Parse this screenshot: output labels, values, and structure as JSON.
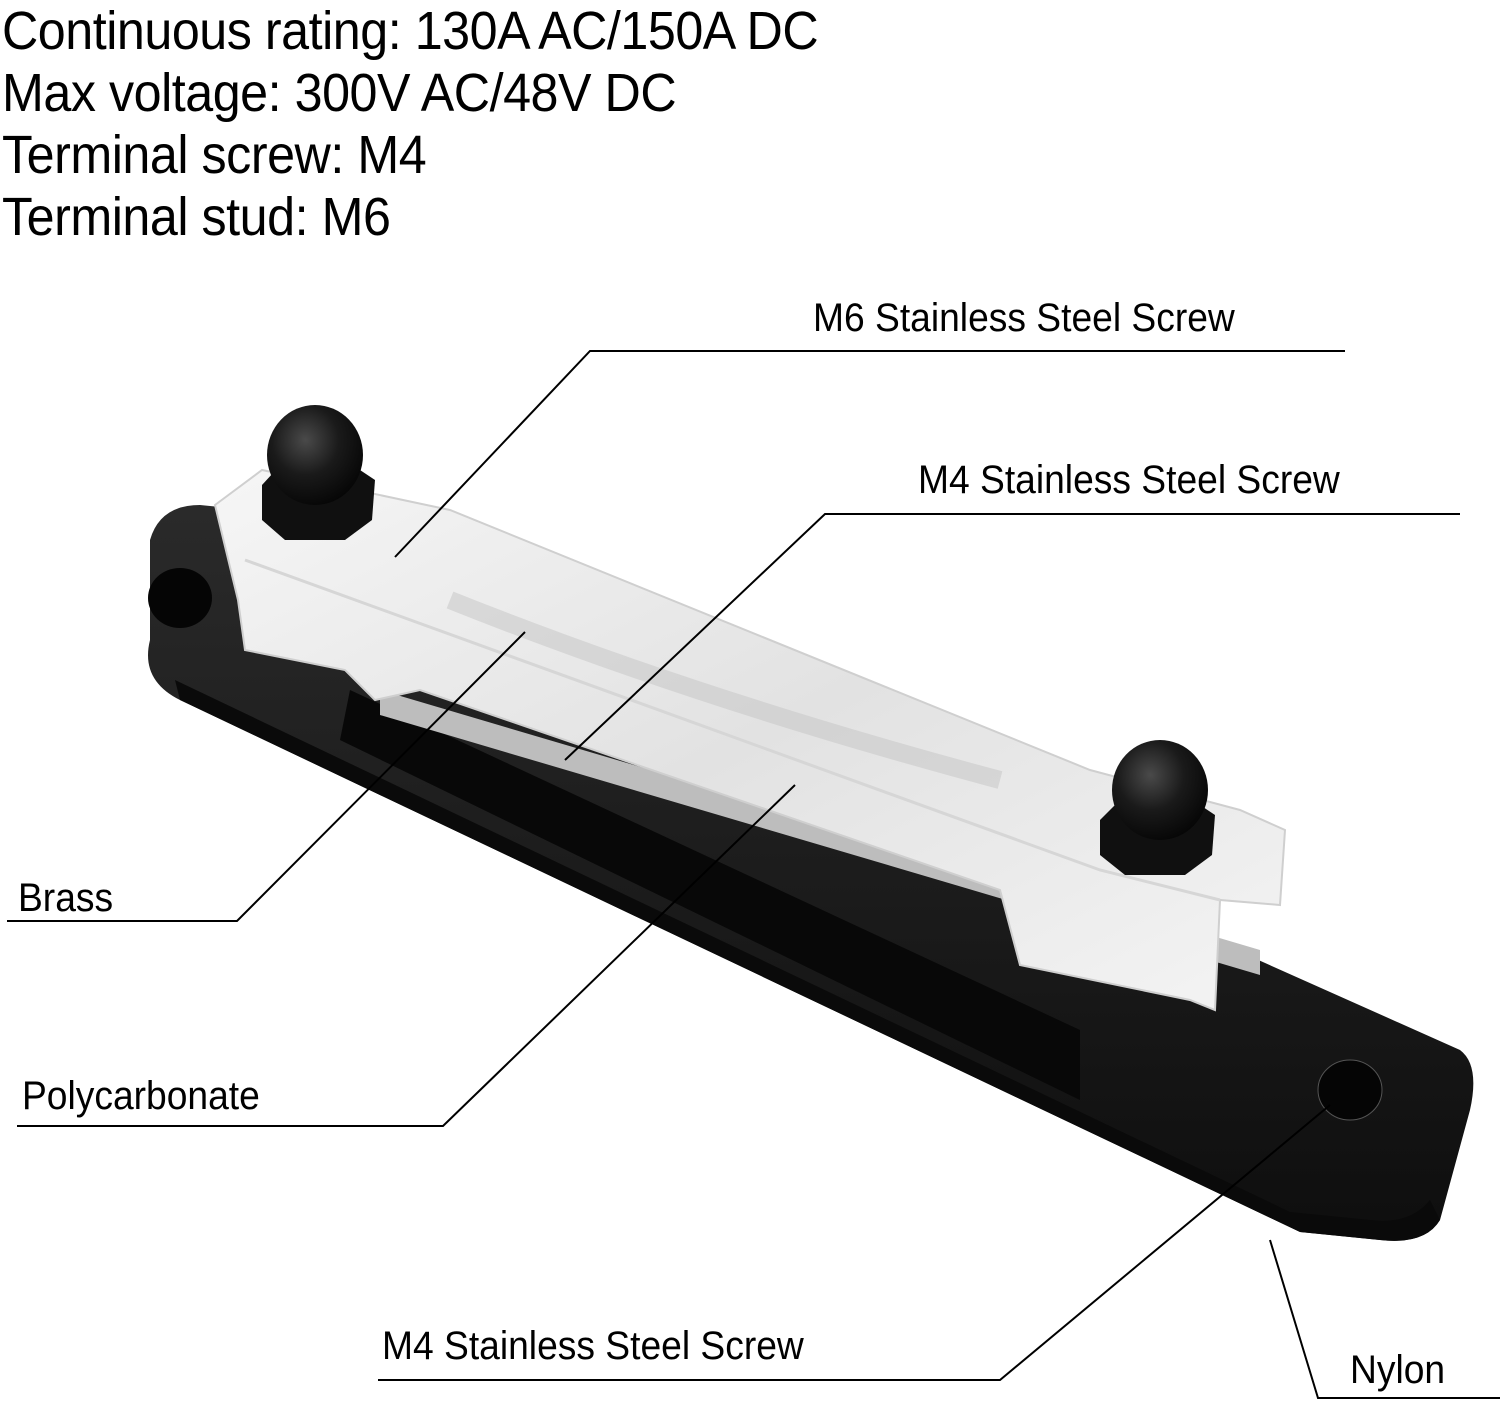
{
  "specs": {
    "continuous_rating": "Continuous rating: 130A AC/150A DC",
    "max_voltage": "Max voltage: 300V AC/48V DC",
    "terminal_screw": "Terminal screw: M4",
    "terminal_stud": "Terminal stud: M6"
  },
  "callouts": {
    "m6_screw": "M6 Stainless Steel Screw",
    "m4_screw_top": "M4 Stainless Steel Screw",
    "brass": "Brass",
    "polycarbonate": "Polycarbonate",
    "m4_screw_bottom": "M4 Stainless Steel Screw",
    "nylon": "Nylon"
  },
  "colors": {
    "base": "#1c1c1c",
    "cover": "#eeeeee",
    "cap": "#161616",
    "line": "#000000"
  }
}
